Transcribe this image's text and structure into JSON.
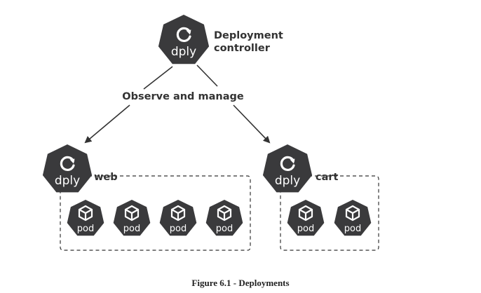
{
  "colors": {
    "icon_fill": "#3a3a3c",
    "stroke": "#333333",
    "background": "#ffffff"
  },
  "controller": {
    "icon_label": "dply",
    "label_line1": "Deployment",
    "label_line2": "controller",
    "icon": "refresh-icon"
  },
  "edge_label": "Observe and manage",
  "deployments": [
    {
      "icon_label": "dply",
      "name": "web",
      "icon": "refresh-icon",
      "pods": [
        "pod",
        "pod",
        "pod",
        "pod"
      ]
    },
    {
      "icon_label": "dply",
      "name": "cart",
      "icon": "refresh-icon",
      "pods": [
        "pod",
        "pod"
      ]
    }
  ],
  "pod_icon": "cube-icon",
  "caption": "Figure 6.1 - Deployments"
}
